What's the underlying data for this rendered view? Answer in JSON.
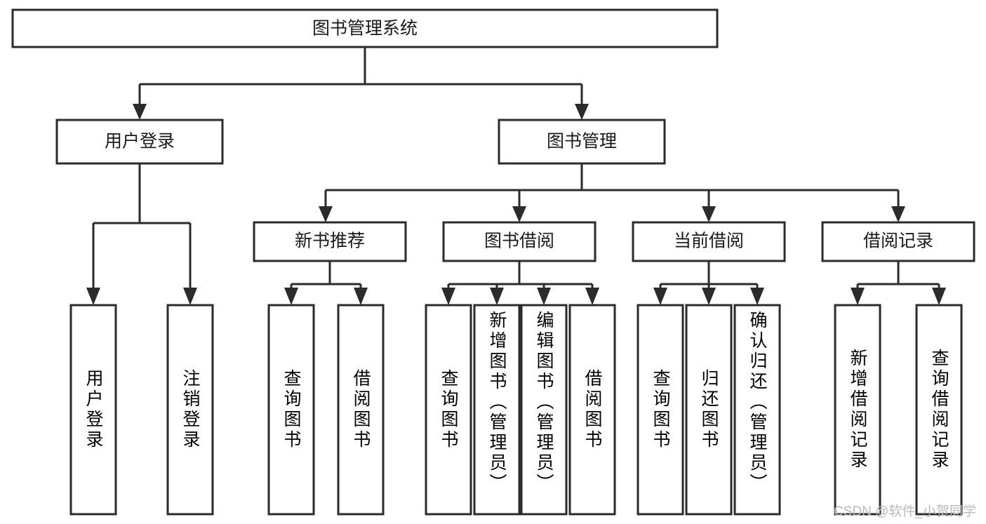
{
  "diagram": {
    "type": "tree-hierarchy",
    "title": "图书管理系统",
    "watermark": "CSDN @软件_小贺同学",
    "colors": {
      "background": "#ffffff",
      "stroke": "#2b2b2b",
      "node_fill": "#ffffff",
      "text": "#1a1a1a",
      "watermark": "#b9b9b9"
    },
    "levels": {
      "root": {
        "label": "图书管理系统"
      },
      "level1": [
        {
          "id": "user-login",
          "label": "用户登录"
        },
        {
          "id": "book-management",
          "label": "图书管理"
        }
      ],
      "level2": [
        {
          "id": "new-book-recommend",
          "label": "新书推荐",
          "parent": "book-management"
        },
        {
          "id": "book-borrow",
          "label": "图书借阅",
          "parent": "book-management"
        },
        {
          "id": "current-borrow",
          "label": "当前借阅",
          "parent": "book-management"
        },
        {
          "id": "borrow-record",
          "label": "借阅记录",
          "parent": "book-management"
        }
      ],
      "leaves": [
        {
          "id": "leaf-user-login",
          "label": "用户登录",
          "parent": "user-login"
        },
        {
          "id": "leaf-user-logout",
          "label": "注销登录",
          "parent": "user-login"
        },
        {
          "id": "leaf-query-book-1",
          "label": "查询图书",
          "parent": "new-book-recommend"
        },
        {
          "id": "leaf-borrow-book-1",
          "label": "借阅图书",
          "parent": "new-book-recommend"
        },
        {
          "id": "leaf-query-book-2",
          "label": "查询图书",
          "parent": "book-borrow"
        },
        {
          "id": "leaf-add-book",
          "label": "新增图书（管理员）",
          "parent": "book-borrow"
        },
        {
          "id": "leaf-edit-book",
          "label": "编辑图书（管理员）",
          "parent": "book-borrow"
        },
        {
          "id": "leaf-borrow-book-2",
          "label": "借阅图书",
          "parent": "book-borrow"
        },
        {
          "id": "leaf-query-book-3",
          "label": "查询图书",
          "parent": "current-borrow"
        },
        {
          "id": "leaf-return-book",
          "label": "归还图书",
          "parent": "current-borrow"
        },
        {
          "id": "leaf-confirm-return",
          "label": "确认归还（管理员）",
          "parent": "current-borrow"
        },
        {
          "id": "leaf-add-record",
          "label": "新增借阅记录",
          "parent": "borrow-record"
        },
        {
          "id": "leaf-query-record",
          "label": "查询借阅记录",
          "parent": "borrow-record"
        }
      ]
    }
  }
}
